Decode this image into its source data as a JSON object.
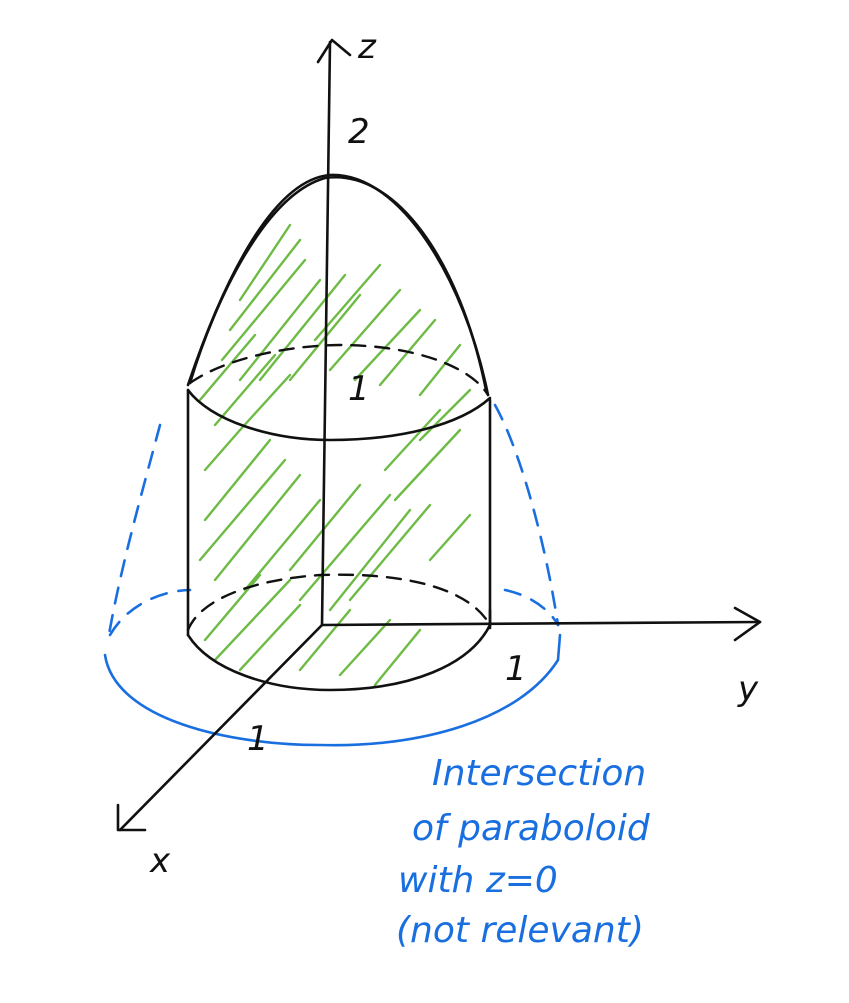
{
  "axes": {
    "z_label": "z",
    "y_label": "y",
    "x_label": "x"
  },
  "ticks": {
    "z_top": "2",
    "z_mid": "1",
    "y_tick": "1",
    "x_tick": "1"
  },
  "annotation": {
    "line1": "Intersection",
    "line2": "of paraboloid",
    "line3": "with  z=0",
    "line4": "(not relevant)"
  },
  "colors": {
    "ink": "#111111",
    "blue": "#1a6fe0",
    "hatch": "#6dbb45"
  }
}
